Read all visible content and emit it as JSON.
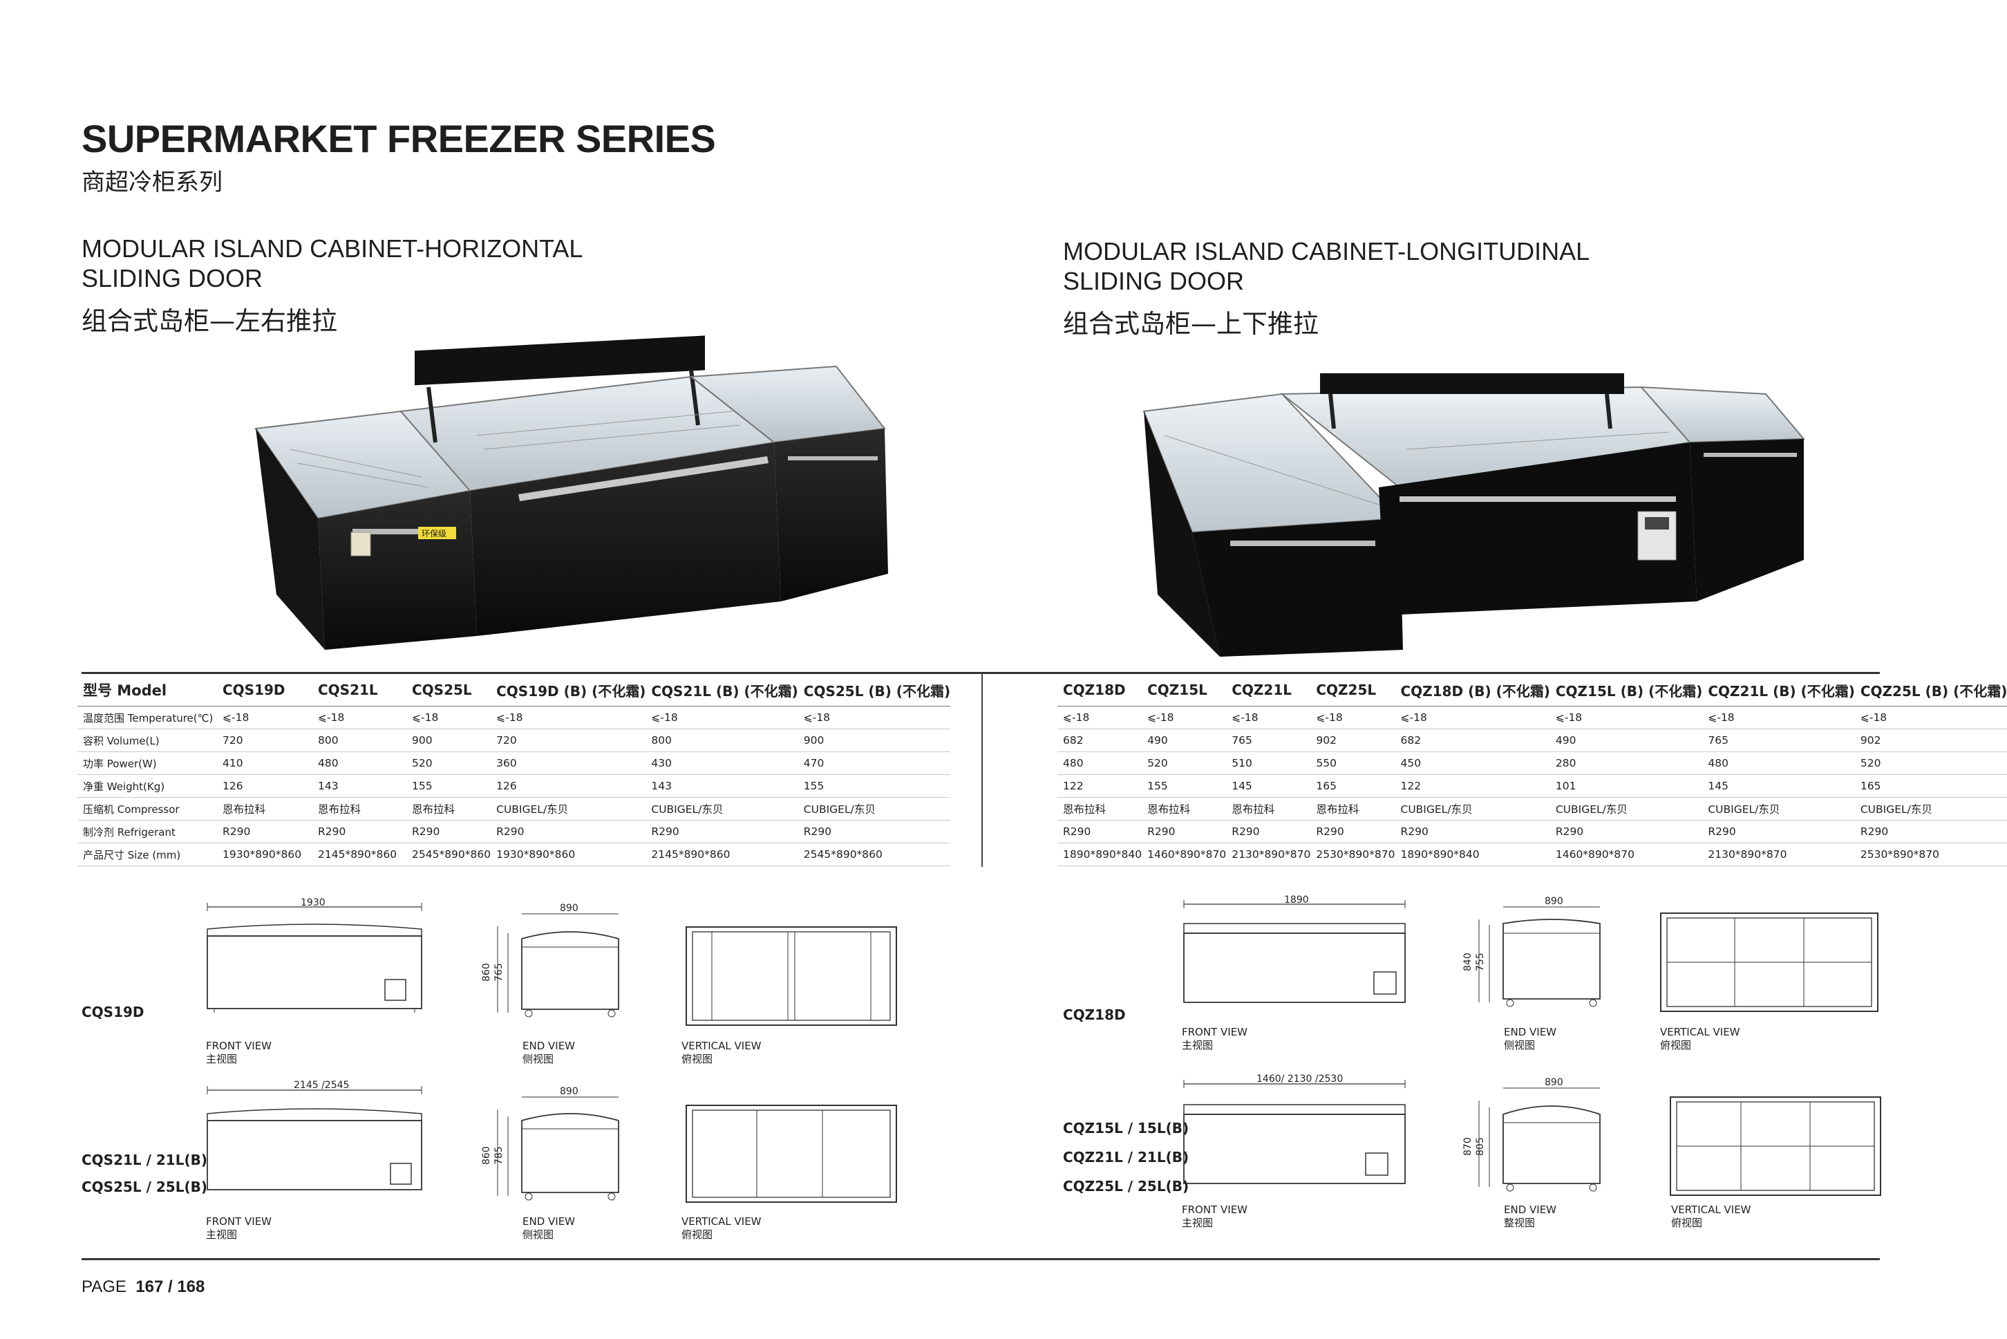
{
  "header": {
    "title": "SUPERMARKET FREEZER SERIES",
    "subtitle_cn": "商超冷柜系列"
  },
  "left_section": {
    "title_line1": "MODULAR ISLAND CABINET-HORIZONTAL",
    "title_line2": "SLIDING DOOR",
    "title_cn": "组合式岛柜—左右推拉",
    "badge": "环保级"
  },
  "right_section": {
    "title_line1": "MODULAR ISLAND CABINET-LONGITUDINAL",
    "title_line2": "SLIDING DOOR",
    "title_cn": "组合式岛柜—上下推拉"
  },
  "row_labels": [
    "型号 Model",
    "温度范围 Temperature(℃)",
    "容积 Volume(L)",
    "功率 Power(W)",
    "净重 Weight(Kg)",
    "压缩机 Compressor",
    "制冷剂 Refrigerant",
    "产品尺寸 Size (mm)"
  ],
  "left_table": [
    [
      "CQS19D",
      "CQS21L",
      "CQS25L",
      "CQS19D (B) (不化霜)",
      "CQS21L (B) (不化霜)",
      "CQS25L (B) (不化霜)"
    ],
    [
      "⩽-18",
      "⩽-18",
      "⩽-18",
      "⩽-18",
      "⩽-18",
      "⩽-18"
    ],
    [
      "720",
      "800",
      "900",
      "720",
      "800",
      "900"
    ],
    [
      "410",
      "480",
      "520",
      "360",
      "430",
      "470"
    ],
    [
      "126",
      "143",
      "155",
      "126",
      "143",
      "155"
    ],
    [
      "恩布拉科",
      "恩布拉科",
      "恩布拉科",
      "CUBIGEL/东贝",
      "CUBIGEL/东贝",
      "CUBIGEL/东贝"
    ],
    [
      "R290",
      "R290",
      "R290",
      "R290",
      "R290",
      "R290"
    ],
    [
      "1930*890*860",
      "2145*890*860",
      "2545*890*860",
      "1930*890*860",
      "2145*890*860",
      "2545*890*860"
    ]
  ],
  "right_table": [
    [
      "CQZ18D",
      "CQZ15L",
      "CQZ21L",
      "CQZ25L",
      "CQZ18D (B) (不化霜)",
      "CQZ15L (B) (不化霜)",
      "CQZ21L (B) (不化霜)",
      "CQZ25L (B) (不化霜)"
    ],
    [
      "⩽-18",
      "⩽-18",
      "⩽-18",
      "⩽-18",
      "⩽-18",
      "⩽-18",
      "⩽-18",
      "⩽-18"
    ],
    [
      "682",
      "490",
      "765",
      "902",
      "682",
      "490",
      "765",
      "902"
    ],
    [
      "480",
      "520",
      "510",
      "550",
      "450",
      "280",
      "480",
      "520"
    ],
    [
      "122",
      "155",
      "145",
      "165",
      "122",
      "101",
      "145",
      "165"
    ],
    [
      "恩布拉科",
      "恩布拉科",
      "恩布拉科",
      "恩布拉科",
      "CUBIGEL/东贝",
      "CUBIGEL/东贝",
      "CUBIGEL/东贝",
      "CUBIGEL/东贝"
    ],
    [
      "R290",
      "R290",
      "R290",
      "R290",
      "R290",
      "R290",
      "R290",
      "R290"
    ],
    [
      "1890*890*840",
      "1460*890*870",
      "2130*890*870",
      "2530*890*870",
      "1890*890*840",
      "1460*890*870",
      "2130*890*870",
      "2530*890*870"
    ]
  ],
  "view_labels": {
    "front": "FRONT VIEW",
    "front_cn": "主视图",
    "end": "END VIEW",
    "end_cn": "侧视图",
    "end_cn_alt": "整视图",
    "vertical": "VERTICAL VIEW",
    "vertical_cn": "俯视图"
  },
  "drawings": {
    "l1": {
      "model": "CQS19D",
      "width": "1930",
      "depth": "890",
      "height_total": "860",
      "height_body": "765"
    },
    "l2": {
      "model1": "CQS21L / 21L(B)",
      "model2": "CQS25L / 25L(B)",
      "width": "2145 /2545",
      "depth": "890",
      "height_total": "860",
      "height_body": "785"
    },
    "r1": {
      "model": "CQZ18D",
      "width": "1890",
      "depth": "890",
      "height_total": "840",
      "height_body": "755"
    },
    "r2": {
      "model1": "CQZ15L / 15L(B)",
      "model2": "CQZ21L / 21L(B)",
      "model3": "CQZ25L / 25L(B)",
      "width": "1460/ 2130 /2530",
      "depth": "890",
      "height_total": "870",
      "height_body": "805"
    }
  },
  "footer": {
    "label": "PAGE",
    "pages": "167 / 168"
  }
}
